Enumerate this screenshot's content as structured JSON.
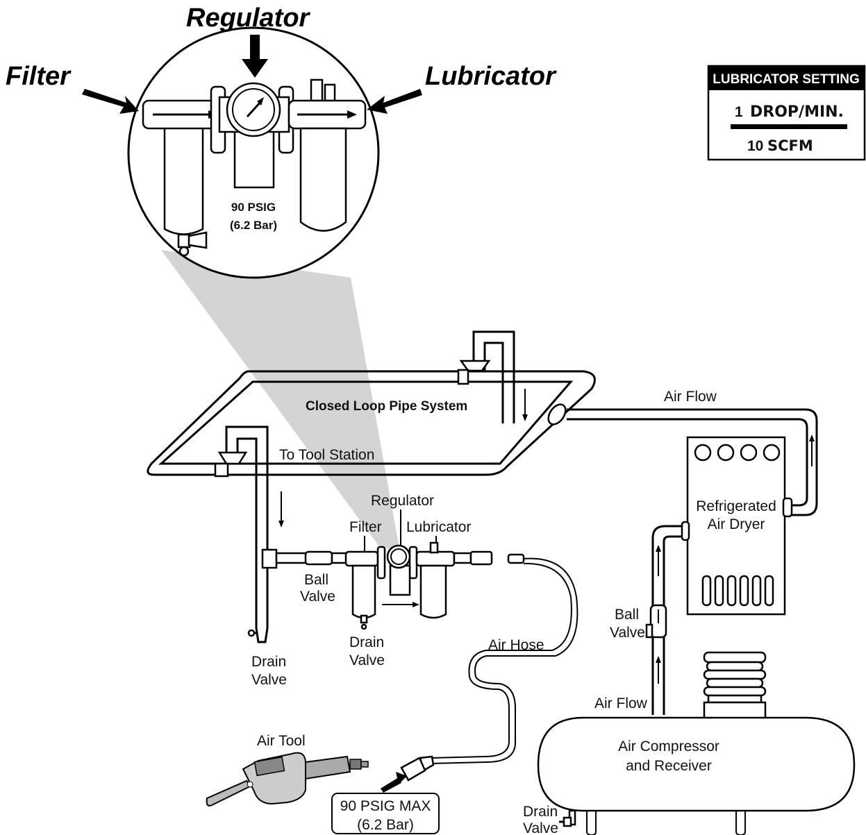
{
  "callouts": {
    "filter": "Filter",
    "regulator": "Regulator",
    "lubricator": "Lubricator",
    "gauge_value": "90 PSIG",
    "gauge_bar": "(6.2 Bar)"
  },
  "lubricator_setting": {
    "title": "LUBRICATOR SETTING",
    "numerator_num": "1",
    "numerator_unit": "DROP/MIN.",
    "denominator_num": "10",
    "denominator_unit": "SCFM"
  },
  "system": {
    "closed_loop": "Closed Loop Pipe System",
    "to_tool_station": "To Tool Station",
    "air_flow_top": "Air Flow",
    "dryer_line1": "Refrigerated",
    "dryer_line2": "Air Dryer",
    "compressor_line1": "Air Compressor",
    "compressor_line2": "and Receiver",
    "air_flow_bottom": "Air Flow",
    "ball_valve_right_1": "Ball",
    "ball_valve_right_2": "Valve",
    "drain_valve_tank_1": "Drain",
    "drain_valve_tank_2": "Valve"
  },
  "station": {
    "regulator": "Regulator",
    "filter": "Filter",
    "lubricator": "Lubricator",
    "ball_valve_1": "Ball",
    "ball_valve_2": "Valve",
    "drain_valve_frl_1": "Drain",
    "drain_valve_frl_2": "Valve",
    "drain_valve_leg_1": "Drain",
    "drain_valve_leg_2": "Valve",
    "air_hose": "Air Hose",
    "air_tool": "Air Tool",
    "max_psig": "90 PSIG MAX",
    "max_bar": "(6.2 Bar)"
  }
}
